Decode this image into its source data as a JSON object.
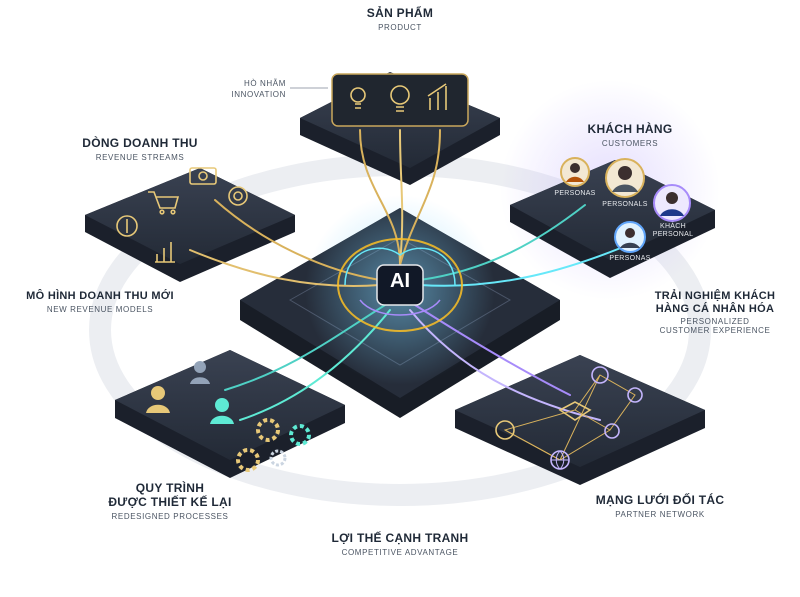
{
  "center": {
    "label": "AI"
  },
  "nodes": {
    "product": {
      "vi": "SẢN PHẨM",
      "en": "PRODUCT"
    },
    "innovation": {
      "vi": "HÒ NHẪM",
      "en": "INNOVATION"
    },
    "revenue_streams": {
      "vi": "DÒNG DOANH THU",
      "en": "REVENUE STREAMS"
    },
    "customers": {
      "vi": "KHÁCH HÀNG",
      "en": "CUSTOMERS"
    },
    "new_models": {
      "vi": "MÔ HÌNH DOANH THU MỚI",
      "en": "NEW REVENUE MODELS"
    },
    "experience": {
      "vi1": "TRẢI NGHIỆM KHÁCH",
      "vi2": "HÀNG CÁ NHÂN HÓA",
      "en1": "PERSONALIZED",
      "en2": "CUSTOMER EXPERIENCE"
    },
    "processes": {
      "vi1": "QUY TRÌNH",
      "vi2": "ĐƯỢC THIẾT KẾ LẠI",
      "en": "REDESIGNED PROCESSES"
    },
    "partners": {
      "vi": "MẠNG LƯỚI ĐỐI TÁC",
      "en": "PARTNER NETWORK"
    },
    "advantage": {
      "vi": "LỢI THẾ CẠNH TRANH",
      "en": "COMPETITIVE ADVANTAGE"
    }
  },
  "personas": {
    "p1": "PERSONAS",
    "p2": "PERSONALS",
    "p3a": "KHÁCH",
    "p3b": "PERSONAL",
    "p4": "PERSONAS"
  },
  "colors": {
    "tile": "#2a3140",
    "tile_dark": "#1b202b",
    "gold": "#d9b25c",
    "teal": "#4fd1c5",
    "violet": "#a78bfa",
    "ring": "#e5e7eb"
  },
  "icons": [
    "lightbulb-icon",
    "lightbulb-large-icon",
    "growth-chart-icon",
    "dollar-bill-icon",
    "shopping-cart-icon",
    "target-icon",
    "dollar-cycle-icon",
    "bar-chart-icon",
    "avatar-icon",
    "gear-icon",
    "handshake-icon",
    "network-node-icon",
    "globe-icon",
    "ai-chip-icon",
    "brain-icon"
  ]
}
